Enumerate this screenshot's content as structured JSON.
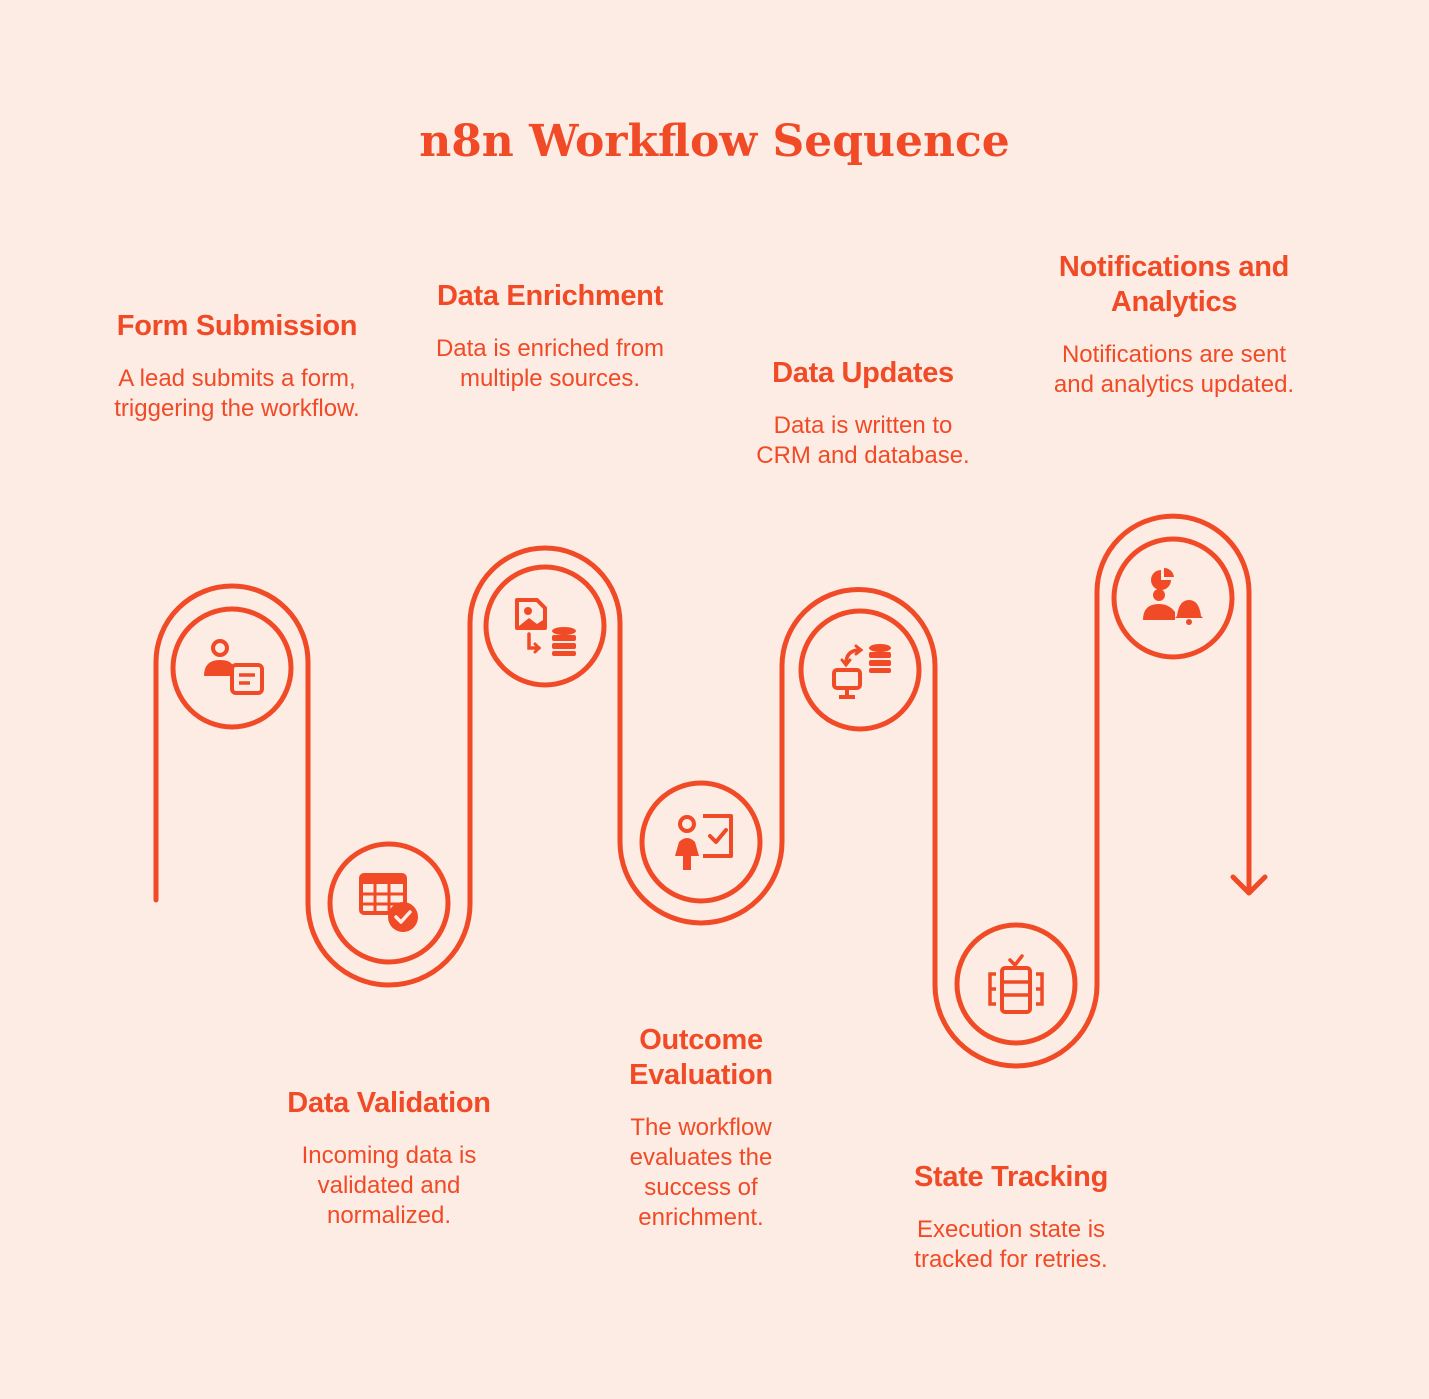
{
  "title": "n8n Workflow Sequence",
  "colors": {
    "accent": "#f14a27",
    "background": "#fdece3"
  },
  "steps": [
    {
      "title": "Form Submission",
      "description": "A lead submits a form, triggering the workflow.",
      "icon": "user-form-icon"
    },
    {
      "title": "Data Validation",
      "description": "Incoming data is validated and normalized.",
      "icon": "table-check-icon"
    },
    {
      "title": "Data Enrichment",
      "description": "Data is enriched from multiple sources.",
      "icon": "image-database-icon"
    },
    {
      "title": "Outcome Evaluation",
      "description": "The workflow evaluates the success of enrichment.",
      "icon": "person-checklist-icon"
    },
    {
      "title": "Data Updates",
      "description": "Data is written to CRM and database.",
      "icon": "computer-database-sync-icon"
    },
    {
      "title": "State Tracking",
      "description": "Execution state is tracked for retries.",
      "icon": "server-tracking-icon"
    },
    {
      "title": "Notifications and Analytics",
      "description": "Notifications are sent and analytics updated.",
      "icon": "user-chart-bell-icon"
    }
  ]
}
